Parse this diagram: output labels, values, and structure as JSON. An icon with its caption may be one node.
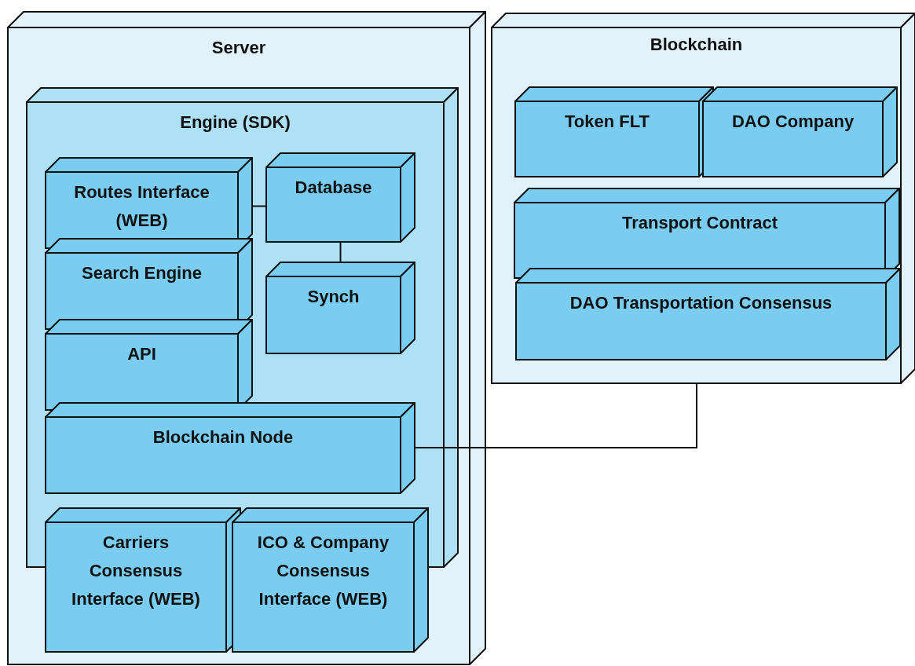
{
  "diagram": {
    "nodes": [
      {
        "text": [
          "Server"
        ]
      },
      {
        "text": [
          "Engine (SDK)"
        ],
        "in": 0
      },
      {
        "text": [
          "Routes Interface (WEB)"
        ],
        "in": 1
      },
      {
        "text": [
          "Database"
        ],
        "in": 1
      },
      {
        "text": [
          "Search Engine"
        ],
        "in": 1
      },
      {
        "text": [
          "Synch"
        ],
        "in": 1
      },
      {
        "text": [
          "API"
        ],
        "in": 1
      },
      {
        "text": [
          "Blockchain Node"
        ],
        "in": 1
      },
      {
        "text": [
          "Carriers Consensus Interface (WEB)"
        ],
        "in": 0
      },
      {
        "text": [
          "ICO & Company Consensus Interface (WEB)"
        ],
        "in": 0
      },
      {
        "text": [
          "Blockchain"
        ]
      },
      {
        "text": [
          "Token FLT"
        ],
        "in": 10
      },
      {
        "text": [
          "DAO Company"
        ],
        "in": 10
      },
      {
        "text": [
          "Transport Contract"
        ],
        "in": 10
      },
      {
        "text": [
          "DAO Transportation Consensus"
        ],
        "in": 10
      }
    ],
    "edges": [
      {
        "from": 2,
        "to": 3,
        "arrow": "none"
      },
      {
        "from": 3,
        "to": 5,
        "arrow": "none"
      },
      {
        "from": 7,
        "to": 10,
        "arrow": "none"
      }
    ]
  }
}
